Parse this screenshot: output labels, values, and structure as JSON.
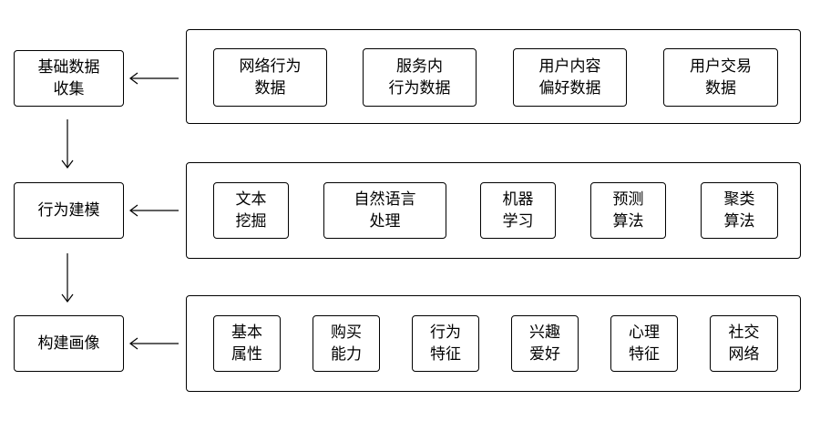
{
  "stages": [
    {
      "label": "基础数据\n收集",
      "items": [
        "网络行为\n数据",
        "服务内\n行为数据",
        "用户内容\n偏好数据",
        "用户交易\n数据"
      ]
    },
    {
      "label": "行为建模",
      "items": [
        "文本\n挖掘",
        "自然语言\n处理",
        "机器\n学习",
        "预测\n算法",
        "聚类\n算法"
      ]
    },
    {
      "label": "构建画像",
      "items": [
        "基本\n属性",
        "购买\n能力",
        "行为\n特征",
        "兴趣\n爱好",
        "心理\n特征",
        "社交\n网络"
      ]
    }
  ]
}
